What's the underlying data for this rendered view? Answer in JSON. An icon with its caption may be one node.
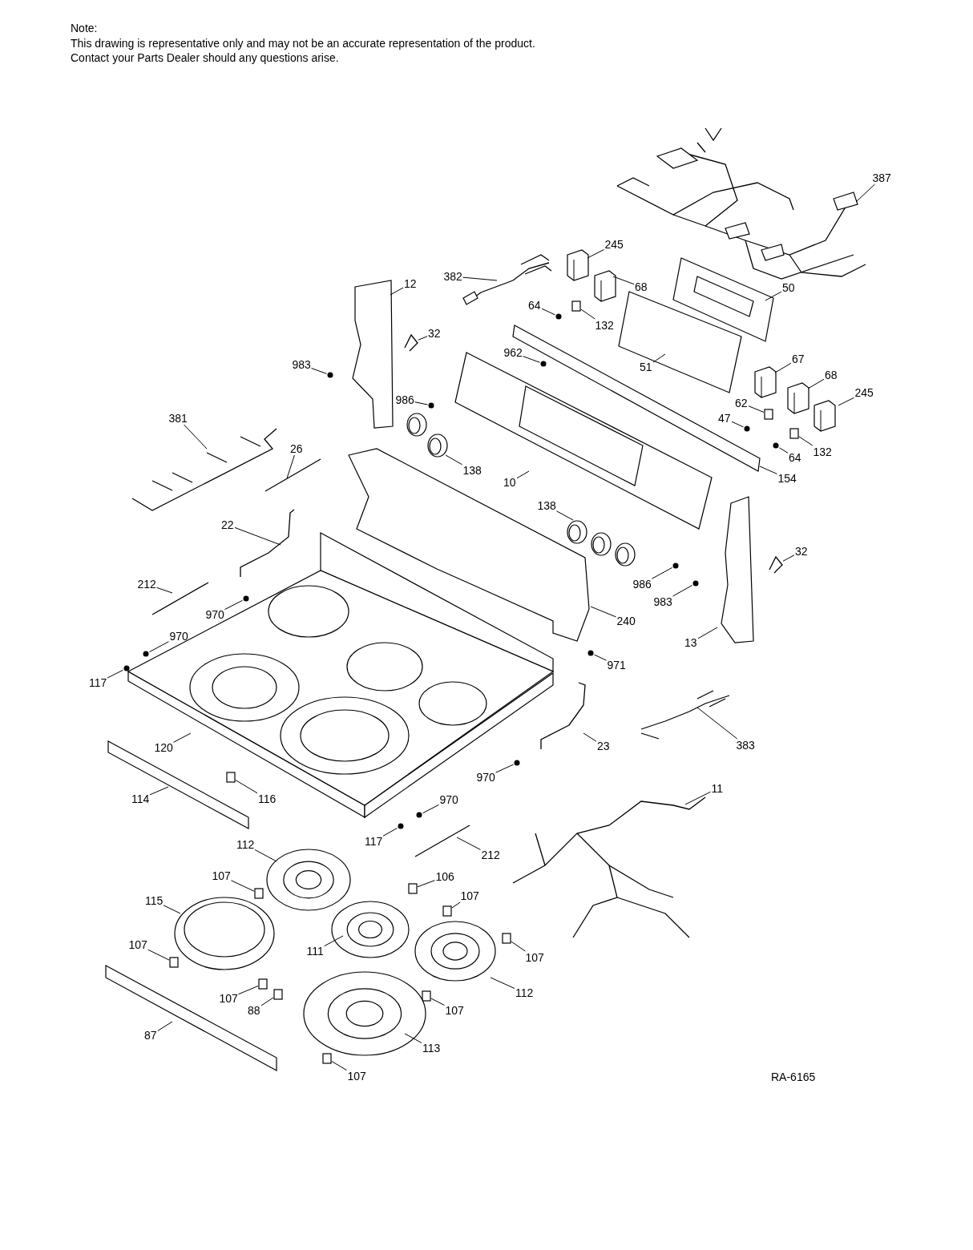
{
  "diagram": {
    "nodes": [
      {
        "text": [
          "387"
        ]
      },
      {
        "text": [
          "245"
        ]
      },
      {
        "text": [
          "68"
        ]
      },
      {
        "text": [
          "382"
        ]
      },
      {
        "text": [
          "12"
        ]
      },
      {
        "text": [
          "50"
        ]
      },
      {
        "text": [
          "64"
        ]
      },
      {
        "text": [
          "132"
        ]
      },
      {
        "text": [
          "32"
        ]
      },
      {
        "text": [
          "962"
        ]
      },
      {
        "text": [
          "51"
        ]
      },
      {
        "text": [
          "67"
        ]
      },
      {
        "text": [
          "983"
        ]
      },
      {
        "text": [
          "68"
        ]
      },
      {
        "text": [
          "245"
        ]
      },
      {
        "text": [
          "986"
        ]
      },
      {
        "text": [
          "62"
        ]
      },
      {
        "text": [
          "47"
        ]
      },
      {
        "text": [
          "381"
        ]
      },
      {
        "text": [
          "132"
        ]
      },
      {
        "text": [
          "138"
        ]
      },
      {
        "text": [
          "64"
        ]
      },
      {
        "text": [
          "10"
        ]
      },
      {
        "text": [
          "26"
        ]
      },
      {
        "text": [
          "154"
        ]
      },
      {
        "text": [
          "22"
        ]
      },
      {
        "text": [
          "138"
        ]
      },
      {
        "text": [
          "32"
        ]
      },
      {
        "text": [
          "212"
        ]
      },
      {
        "text": [
          "986"
        ]
      },
      {
        "text": [
          "983"
        ]
      },
      {
        "text": [
          "970"
        ]
      },
      {
        "text": [
          "240"
        ]
      },
      {
        "text": [
          "13"
        ]
      },
      {
        "text": [
          "970"
        ]
      },
      {
        "text": [
          "971"
        ]
      },
      {
        "text": [
          "117"
        ]
      },
      {
        "text": [
          "383"
        ]
      },
      {
        "text": [
          "120"
        ]
      },
      {
        "text": [
          "23"
        ]
      },
      {
        "text": [
          "970"
        ]
      },
      {
        "text": [
          "114"
        ]
      },
      {
        "text": [
          "116"
        ]
      },
      {
        "text": [
          "11"
        ]
      },
      {
        "text": [
          "970"
        ]
      },
      {
        "text": [
          "117"
        ]
      },
      {
        "text": [
          "212"
        ]
      },
      {
        "text": [
          "112"
        ]
      },
      {
        "text": [
          "106"
        ]
      },
      {
        "text": [
          "107"
        ]
      },
      {
        "text": [
          "115"
        ]
      },
      {
        "text": [
          "107"
        ]
      },
      {
        "text": [
          "107"
        ]
      },
      {
        "text": [
          "111"
        ]
      },
      {
        "text": [
          "107"
        ]
      },
      {
        "text": [
          "112"
        ]
      },
      {
        "text": [
          "107"
        ]
      },
      {
        "text": [
          "88"
        ]
      },
      {
        "text": [
          "107"
        ]
      },
      {
        "text": [
          "87"
        ]
      },
      {
        "text": [
          "113"
        ]
      },
      {
        "text": [
          "107"
        ]
      },
      {
        "text": [],
        "shape": "picture"
      },
      {
        "text": [],
        "shape": "picture"
      },
      {
        "text": [],
        "shape": "picture"
      },
      {
        "text": [],
        "shape": "picture"
      },
      {
        "text": [],
        "shape": "picture"
      },
      {
        "text": [],
        "shape": "picture"
      },
      {
        "text": [],
        "shape": "circle"
      },
      {
        "text": [],
        "shape": "box"
      },
      {
        "text": [],
        "shape": "picture"
      },
      {
        "text": [],
        "shape": "circle"
      },
      {
        "text": [],
        "shape": "picture"
      },
      {
        "text": [],
        "shape": "picture"
      },
      {
        "text": [],
        "shape": "circle"
      },
      {
        "text": [],
        "shape": "picture"
      },
      {
        "text": [],
        "shape": "picture"
      },
      {
        "text": [],
        "shape": "circle"
      },
      {
        "text": [],
        "shape": "box"
      },
      {
        "text": [],
        "shape": "circle"
      },
      {
        "text": [],
        "shape": "picture"
      },
      {
        "text": [],
        "shape": "box"
      },
      {
        "text": [],
        "shape": "picture"
      },
      {
        "text": [],
        "shape": "circle"
      },
      {
        "text": [],
        "shape": "picture"
      },
      {
        "text": [],
        "shape": "picture"
      },
      {
        "text": [],
        "shape": "picture"
      },
      {
        "text": [],
        "shape": "picture"
      },
      {
        "text": [],
        "shape": "picture"
      },
      {
        "text": [],
        "shape": "picture"
      },
      {
        "text": [],
        "shape": "picture"
      },
      {
        "text": [],
        "shape": "circle"
      },
      {
        "text": [],
        "shape": "circle"
      },
      {
        "text": [],
        "shape": "circle"
      },
      {
        "text": [],
        "shape": "picture"
      },
      {
        "text": [],
        "shape": "picture"
      },
      {
        "text": [],
        "shape": "circle"
      },
      {
        "text": [],
        "shape": "circle"
      },
      {
        "text": [],
        "shape": "circle"
      },
      {
        "text": [],
        "shape": "picture"
      },
      {
        "text": [],
        "shape": "picture"
      },
      {
        "text": [],
        "shape": "picture"
      },
      {
        "text": [],
        "shape": "circle"
      },
      {
        "text": [],
        "shape": "picture"
      },
      {
        "text": [],
        "shape": "box"
      },
      {
        "text": [],
        "shape": "picture"
      },
      {
        "text": [],
        "shape": "circle"
      },
      {
        "text": [],
        "shape": "circle"
      },
      {
        "text": [],
        "shape": "picture"
      },
      {
        "text": [],
        "shape": "picture"
      },
      {
        "text": [],
        "shape": "box"
      },
      {
        "text": [],
        "shape": "box"
      },
      {
        "text": [],
        "shape": "picture"
      },
      {
        "text": [],
        "shape": "box"
      },
      {
        "text": [],
        "shape": "box"
      },
      {
        "text": [],
        "shape": "picture"
      },
      {
        "text": [],
        "shape": "box"
      },
      {
        "text": [],
        "shape": "picture"
      },
      {
        "text": [],
        "shape": "box"
      },
      {
        "text": [],
        "shape": "box"
      },
      {
        "text": [],
        "shape": "box"
      },
      {
        "text": [],
        "shape": "picture"
      },
      {
        "text": [],
        "shape": "picture"
      },
      {
        "text": [],
        "shape": "box"
      }
    ],
    "edges": [
      {
        "from": 0,
        "to": 62,
        "arrow": "none"
      },
      {
        "from": 1,
        "to": 63,
        "arrow": "none"
      },
      {
        "from": 2,
        "to": 64,
        "arrow": "none"
      },
      {
        "from": 3,
        "to": 65,
        "arrow": "none"
      },
      {
        "from": 4,
        "to": 66,
        "arrow": "none"
      },
      {
        "from": 5,
        "to": 67,
        "arrow": "none"
      },
      {
        "from": 6,
        "to": 68,
        "arrow": "none"
      },
      {
        "from": 7,
        "to": 69,
        "arrow": "none"
      },
      {
        "from": 8,
        "to": 70,
        "arrow": "none"
      },
      {
        "from": 9,
        "to": 71,
        "arrow": "none"
      },
      {
        "from": 10,
        "to": 72,
        "arrow": "none"
      },
      {
        "from": 11,
        "to": 73,
        "arrow": "none"
      },
      {
        "from": 12,
        "to": 74,
        "arrow": "none"
      },
      {
        "from": 13,
        "to": 75,
        "arrow": "none"
      },
      {
        "from": 14,
        "to": 76,
        "arrow": "none"
      },
      {
        "from": 15,
        "to": 77,
        "arrow": "none"
      },
      {
        "from": 16,
        "to": 78,
        "arrow": "none"
      },
      {
        "from": 17,
        "to": 79,
        "arrow": "none"
      },
      {
        "from": 18,
        "to": 80,
        "arrow": "none"
      },
      {
        "from": 19,
        "to": 81,
        "arrow": "none"
      },
      {
        "from": 20,
        "to": 82,
        "arrow": "none"
      },
      {
        "from": 21,
        "to": 83,
        "arrow": "none"
      },
      {
        "from": 22,
        "to": 84,
        "arrow": "none"
      },
      {
        "from": 23,
        "to": 85,
        "arrow": "none"
      },
      {
        "from": 24,
        "to": 86,
        "arrow": "none"
      },
      {
        "from": 25,
        "to": 87,
        "arrow": "none"
      },
      {
        "from": 26,
        "to": 88,
        "arrow": "none"
      },
      {
        "from": 27,
        "to": 89,
        "arrow": "none"
      },
      {
        "from": 28,
        "to": 90,
        "arrow": "none"
      },
      {
        "from": 29,
        "to": 91,
        "arrow": "none"
      },
      {
        "from": 30,
        "to": 92,
        "arrow": "none"
      },
      {
        "from": 31,
        "to": 93,
        "arrow": "none"
      },
      {
        "from": 32,
        "to": 94,
        "arrow": "none"
      },
      {
        "from": 33,
        "to": 95,
        "arrow": "none"
      },
      {
        "from": 34,
        "to": 96,
        "arrow": "none"
      },
      {
        "from": 35,
        "to": 97,
        "arrow": "none"
      },
      {
        "from": 36,
        "to": 98,
        "arrow": "none"
      },
      {
        "from": 37,
        "to": 99,
        "arrow": "none"
      },
      {
        "from": 38,
        "to": 100,
        "arrow": "none"
      },
      {
        "from": 39,
        "to": 101,
        "arrow": "none"
      },
      {
        "from": 40,
        "to": 102,
        "arrow": "none"
      },
      {
        "from": 41,
        "to": 103,
        "arrow": "none"
      },
      {
        "from": 42,
        "to": 104,
        "arrow": "none"
      },
      {
        "from": 43,
        "to": 105,
        "arrow": "none"
      },
      {
        "from": 44,
        "to": 106,
        "arrow": "none"
      },
      {
        "from": 45,
        "to": 107,
        "arrow": "none"
      },
      {
        "from": 46,
        "to": 108,
        "arrow": "none"
      },
      {
        "from": 47,
        "to": 109,
        "arrow": "none"
      },
      {
        "from": 48,
        "to": 110,
        "arrow": "none"
      },
      {
        "from": 49,
        "to": 111,
        "arrow": "none"
      },
      {
        "from": 50,
        "to": 112,
        "arrow": "none"
      },
      {
        "from": 51,
        "to": 113,
        "arrow": "none"
      },
      {
        "from": 52,
        "to": 114,
        "arrow": "none"
      },
      {
        "from": 53,
        "to": 115,
        "arrow": "none"
      },
      {
        "from": 54,
        "to": 116,
        "arrow": "none"
      },
      {
        "from": 55,
        "to": 117,
        "arrow": "none"
      },
      {
        "from": 56,
        "to": 118,
        "arrow": "none"
      },
      {
        "from": 57,
        "to": 119,
        "arrow": "none"
      },
      {
        "from": 58,
        "to": 120,
        "arrow": "none"
      },
      {
        "from": 59,
        "to": 121,
        "arrow": "none"
      },
      {
        "from": 60,
        "to": 122,
        "arrow": "none"
      },
      {
        "from": 61,
        "to": 123,
        "arrow": "none"
      }
    ],
    "labels": [
      "Note:",
      "This drawing is representative only and may not be an accurate representation of the product.",
      "Contact your Parts Dealer should any questions arise.",
      "RA-6165"
    ]
  }
}
